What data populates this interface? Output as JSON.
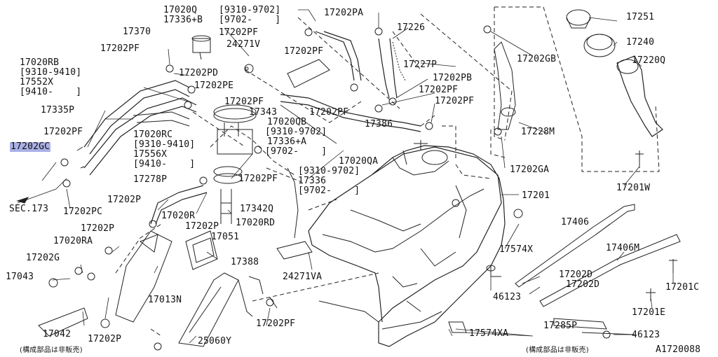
{
  "diagram_id": "A1720088",
  "not_sold_note": "(構成部品は非販売)",
  "sec_ref": "SEC.173",
  "highlight_color": "#aab0e6",
  "labels": {
    "p17020Q": "17020Q",
    "p17336B": "17336+B",
    "r9310_9702a": "[9310-9702]",
    "r9702a": "[9702-    ]",
    "p17202PA": "17202PA",
    "p17226": "17226",
    "p17251": "17251",
    "p17370": "17370",
    "p17202PF_a": "17202PF",
    "p24271V": "24271V",
    "p17240": "17240",
    "p17202PF_b": "17202PF",
    "p17202PF_c": "17202PF",
    "p17202GB": "17202GB",
    "p17220Q": "17220Q",
    "p17020RB": "17020RB",
    "r9310_9410a": "[9310-9410]",
    "p17552X": "17552X",
    "r9410a": "[9410-    ]",
    "p17202PD": "17202PD",
    "p17227P": "17227P",
    "p17202PE": "17202PE",
    "p17202PB": "17202PB",
    "p17202PF_d": "17202PF",
    "p17335P": "17335P",
    "p17202PF_e": "17202PF",
    "p17343": "17343",
    "p17202PF_f": "17202PF",
    "p17202PF_g": "17202PF",
    "p17386": "17386",
    "p17020QB": "17020QB",
    "r9310_9702b": "[9310-9702]",
    "p17336A": "17336+A",
    "r9702b": "[9702-    ]",
    "p17228M": "17228M",
    "p17202PF_h": "17202PF",
    "p17020RC": "17020RC",
    "r9310_9410b": "[9310-9410]",
    "p17556X": "17556X",
    "r9410b": "[9410-    ]",
    "p17202GC": "17202GC",
    "p17020QA": "17020QA",
    "r9310_9702c": "[9310-9702]",
    "p17336": "17336",
    "r9702c": "[9702-    ]",
    "p17202GA": "17202GA",
    "p17278P": "17278P",
    "p17202PF_i": "17202PF",
    "p17201W": "17201W",
    "p17201": "17201",
    "p17202P_a": "17202P",
    "p17342Q": "17342Q",
    "p17202PC": "17202PC",
    "p17020R": "17020R",
    "p17202P_b": "17202P",
    "p17020RD": "17020RD",
    "p17406": "17406",
    "p17202P_c": "17202P",
    "p17051": "17051",
    "p17574X": "17574X",
    "p17406M": "17406M",
    "p17020RA": "17020RA",
    "p17202G": "17202G",
    "p17388": "17388",
    "p24271VA": "24271VA",
    "p17202D_a": "17202D",
    "p17202D_b": "17202D",
    "p17043": "17043",
    "p46123_a": "46123",
    "p17201C": "17201C",
    "p17013N": "17013N",
    "p17201E": "17201E",
    "p17202PF_j": "17202PF",
    "p17042": "17042",
    "p17574XA": "17574XA",
    "p17285P": "17285P",
    "p46123_b": "46123",
    "p17202P_d": "17202P",
    "p25060Y": "25060Y"
  }
}
